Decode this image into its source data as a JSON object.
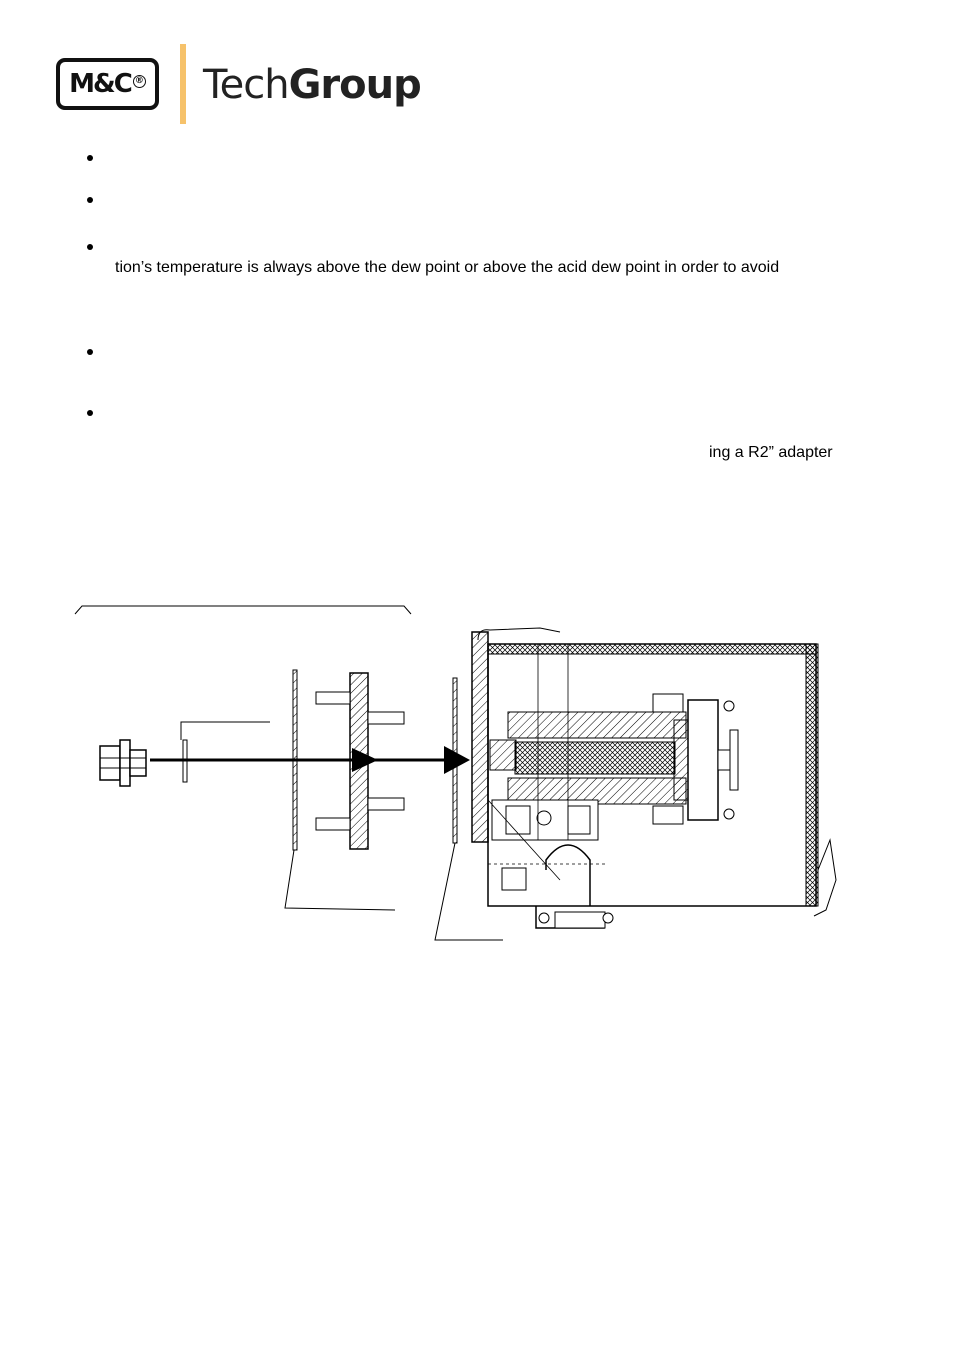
{
  "header": {
    "logo_mark": "M&C",
    "logo_reg": "®",
    "brand_light": "Tech",
    "brand_bold": "Group"
  },
  "content": {
    "line_dew_point": "tion’s temperature is always above the dew point or above the acid dew point in order to avoid",
    "line_adapter": "ing  a  R2”  adapter"
  },
  "colors": {
    "logo_bar": "#f6c26b",
    "text": "#000000"
  }
}
